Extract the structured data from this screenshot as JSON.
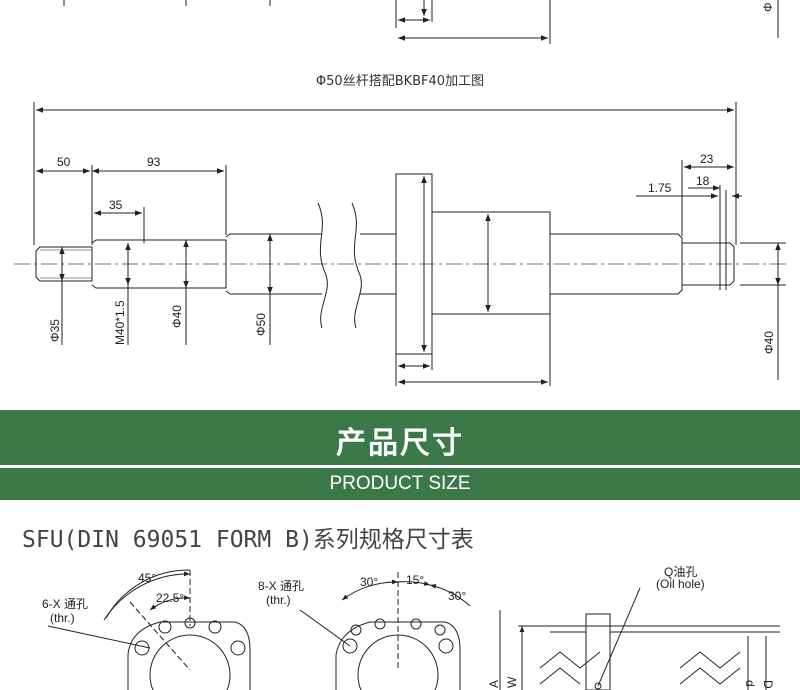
{
  "top_drawing": {
    "caption": "Φ50丝杆搭配BKBF40加工图",
    "top_right_label": "Φ",
    "dims": {
      "d50": "50",
      "d93": "93",
      "d35": "35",
      "d23": "23",
      "d175": "1.75",
      "d18": "18"
    },
    "vertical_labels": {
      "phi35": "Φ35",
      "m40": "M40*1.5",
      "phi40_left": "Φ40",
      "phi50": "Φ50",
      "phi40_right": "Φ40"
    }
  },
  "banner": {
    "title": "产品尺寸",
    "subtitle": "PRODUCT SIZE"
  },
  "series": {
    "title": "SFU(DIN 69051 FORM B)系列规格尺寸表"
  },
  "bottom_drawing": {
    "left_flange": {
      "hole_label": "6-X 通孔",
      "hole_sub": "(thr.)",
      "angle_a": "45°",
      "angle_b": "22.5°"
    },
    "mid_flange": {
      "hole_label": "8-X 通孔",
      "hole_sub": "(thr.)",
      "angle_a": "30°",
      "angle_b": "15°",
      "angle_c": "30°"
    },
    "side_view": {
      "oil_label": "Q油孔",
      "oil_sub": "(Oil hole)",
      "letter_a": "A",
      "letter_w": "W",
      "letter_d": "d",
      "letter_D": "D"
    }
  }
}
